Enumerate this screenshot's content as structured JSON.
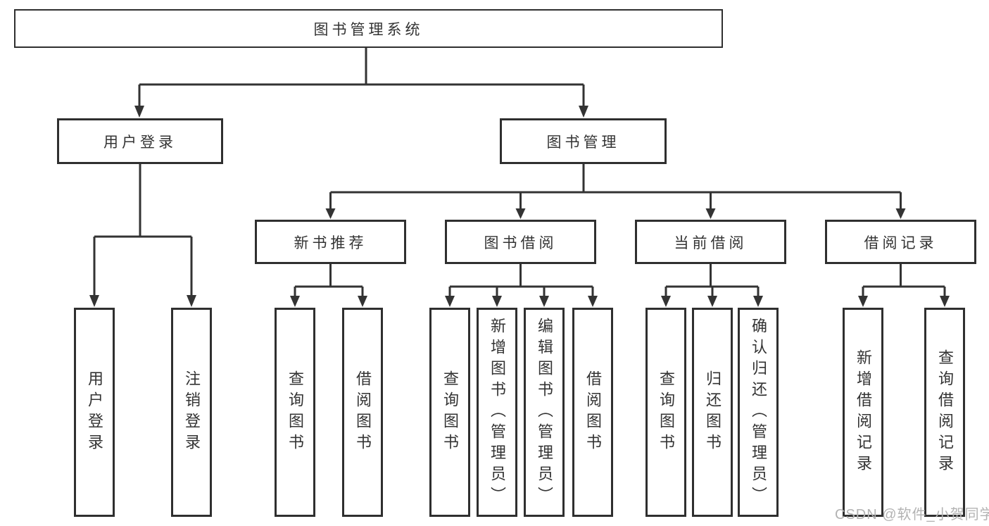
{
  "tree": {
    "root": {
      "label": "图书管理系统"
    },
    "user_login": {
      "label": "用户登录",
      "children": [
        "用户登录",
        "注销登录"
      ]
    },
    "book_management": {
      "label": "图书管理",
      "sections": {
        "new_book_recommend": {
          "label": "新书推荐",
          "children": [
            "查询图书",
            "借阅图书"
          ]
        },
        "book_borrowing": {
          "label": "图书借阅",
          "children": [
            "查询图书",
            "新增图书（管理员）",
            "编辑图书（管理员）",
            "借阅图书"
          ]
        },
        "current_borrowing": {
          "label": "当前借阅",
          "children": [
            "查询图书",
            "归还图书",
            "确认归还（管理员）"
          ]
        },
        "borrowing_records": {
          "label": "借阅记录",
          "children": [
            "新增借阅记录",
            "查询借阅记录"
          ]
        }
      }
    }
  },
  "watermark": {
    "text": "CSDN @软件_小贺同学"
  },
  "colors": {
    "line": "#333333",
    "box_border": "#2f2f2f",
    "text": "#333333",
    "watermark": "#b3b3b3",
    "background": "#ffffff"
  }
}
